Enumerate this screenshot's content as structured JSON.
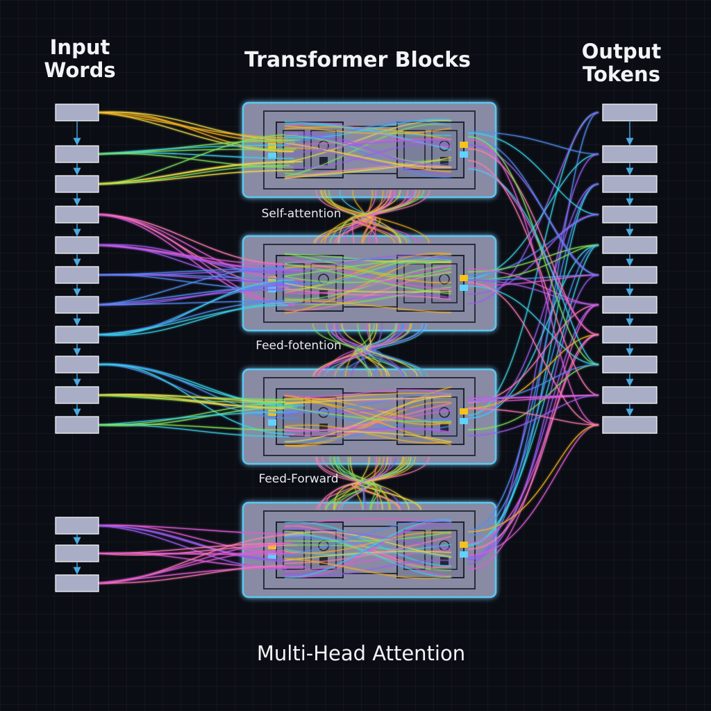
{
  "headings": {
    "input_line1": "Input",
    "input_line2": "Words",
    "blocks": "Transformer Blocks",
    "output_line1": "Output",
    "output_line2": "Tokens",
    "footer": "Multi-Head Attention"
  },
  "block_labels": [
    "Self-attention",
    "Feed-fotention",
    "Feed-Forward"
  ],
  "input_token_count": 14,
  "output_token_count": 11,
  "transformer_block_count": 4,
  "colors": {
    "background": "#0b0d14",
    "token_fill": "#a9adc6",
    "block_fill": "#8f92ab",
    "block_glow": "#5fd3ff",
    "arrow": "#4aa9e0",
    "wire_palette": [
      "#f5b21e",
      "#e8d84a",
      "#7fe35c",
      "#3ad2e8",
      "#4f8df5",
      "#9a5cf0",
      "#e15ad6",
      "#ff7ab0"
    ]
  }
}
